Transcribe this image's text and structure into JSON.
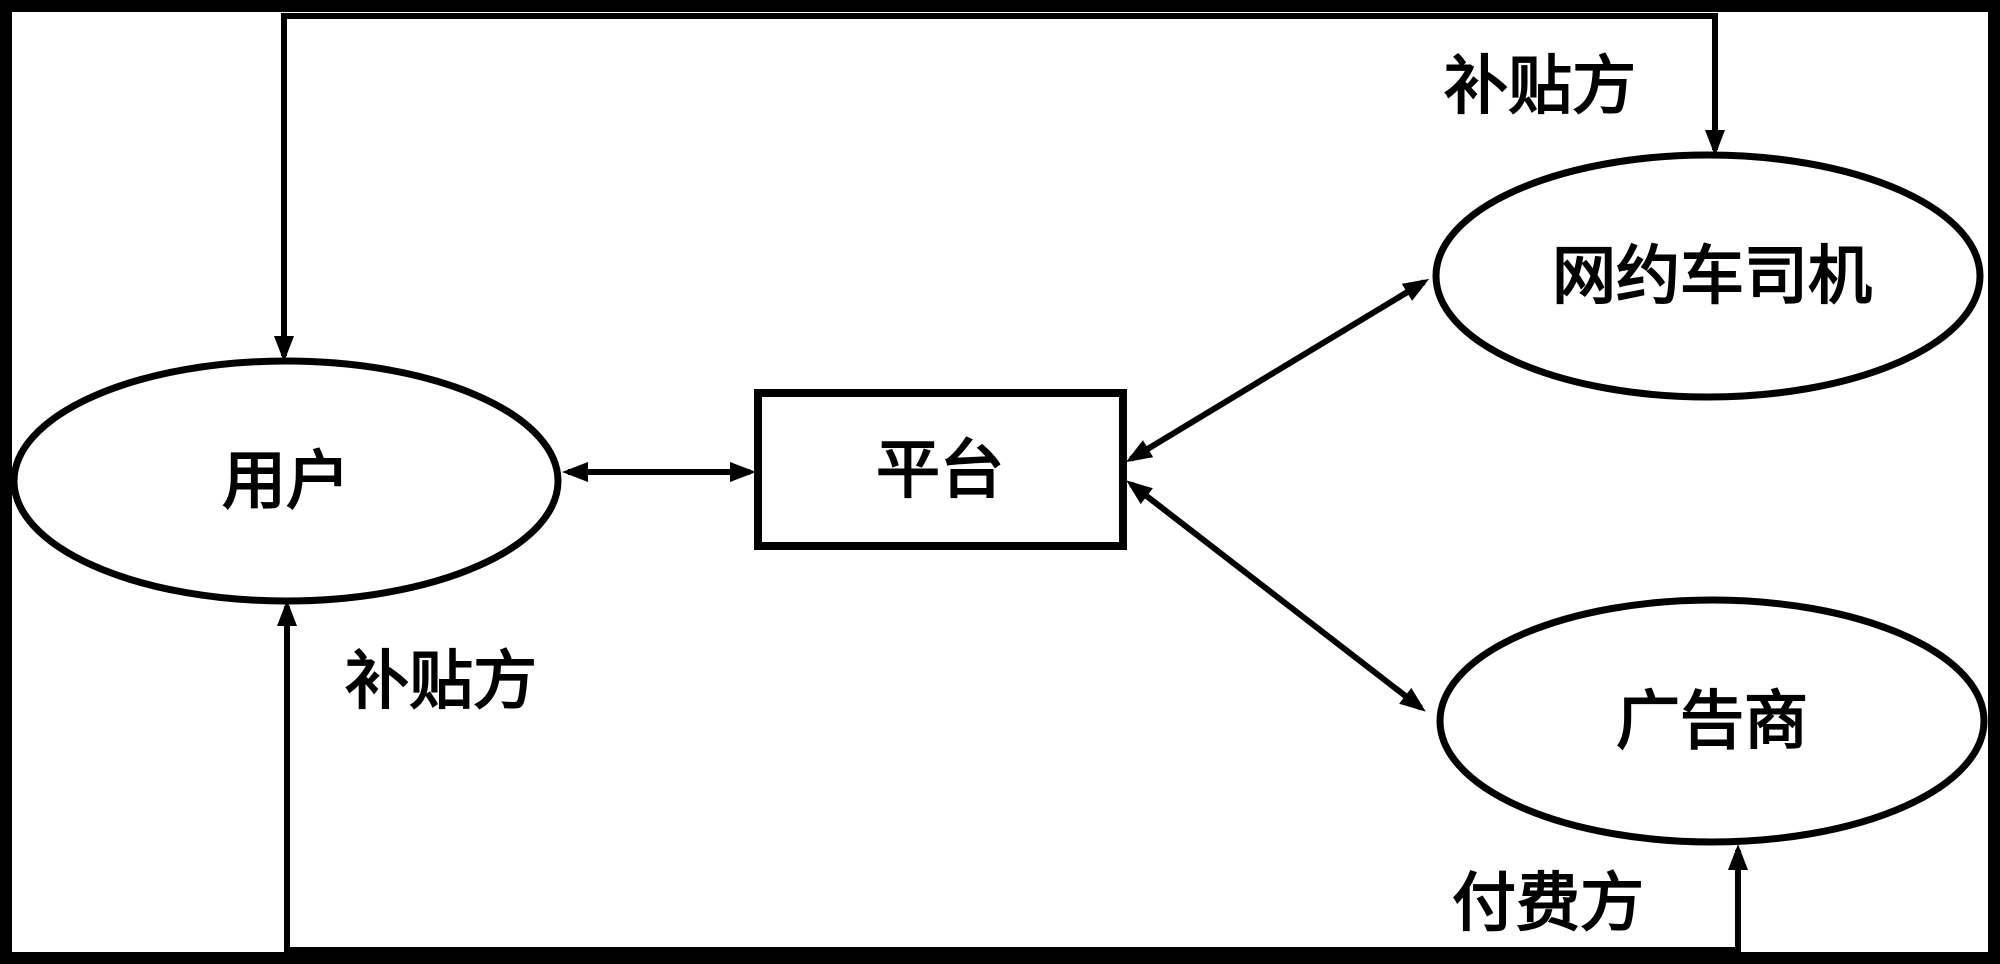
{
  "diagram": {
    "title": "platform-two-sided-market-diagram",
    "colors": {
      "stroke": "#000000",
      "background": "#ffffff"
    },
    "nodes": {
      "user": {
        "label": "用户",
        "shape": "ellipse"
      },
      "platform": {
        "label": "平台",
        "shape": "rect"
      },
      "driver": {
        "label": "网约车司机",
        "shape": "ellipse"
      },
      "advertiser": {
        "label": "广告商",
        "shape": "ellipse"
      }
    },
    "edge_labels": {
      "subsidy_top": "补贴方",
      "subsidy_left": "补贴方",
      "payer_bottom": "付费方"
    },
    "edges": [
      {
        "from": "user",
        "to": "platform",
        "type": "bidirectional-arrow"
      },
      {
        "from": "platform",
        "to": "driver",
        "type": "bidirectional-arrow"
      },
      {
        "from": "platform",
        "to": "advertiser",
        "type": "bidirectional-arrow"
      },
      {
        "from": "top-border-route",
        "to": "user-and-driver",
        "type": "arrow-into-both",
        "label": "补贴方"
      },
      {
        "from": "bottom-border-route",
        "to": "user-and-advertiser",
        "type": "arrow-into-both",
        "labels": [
          "补贴方",
          "付费方"
        ]
      }
    ]
  }
}
